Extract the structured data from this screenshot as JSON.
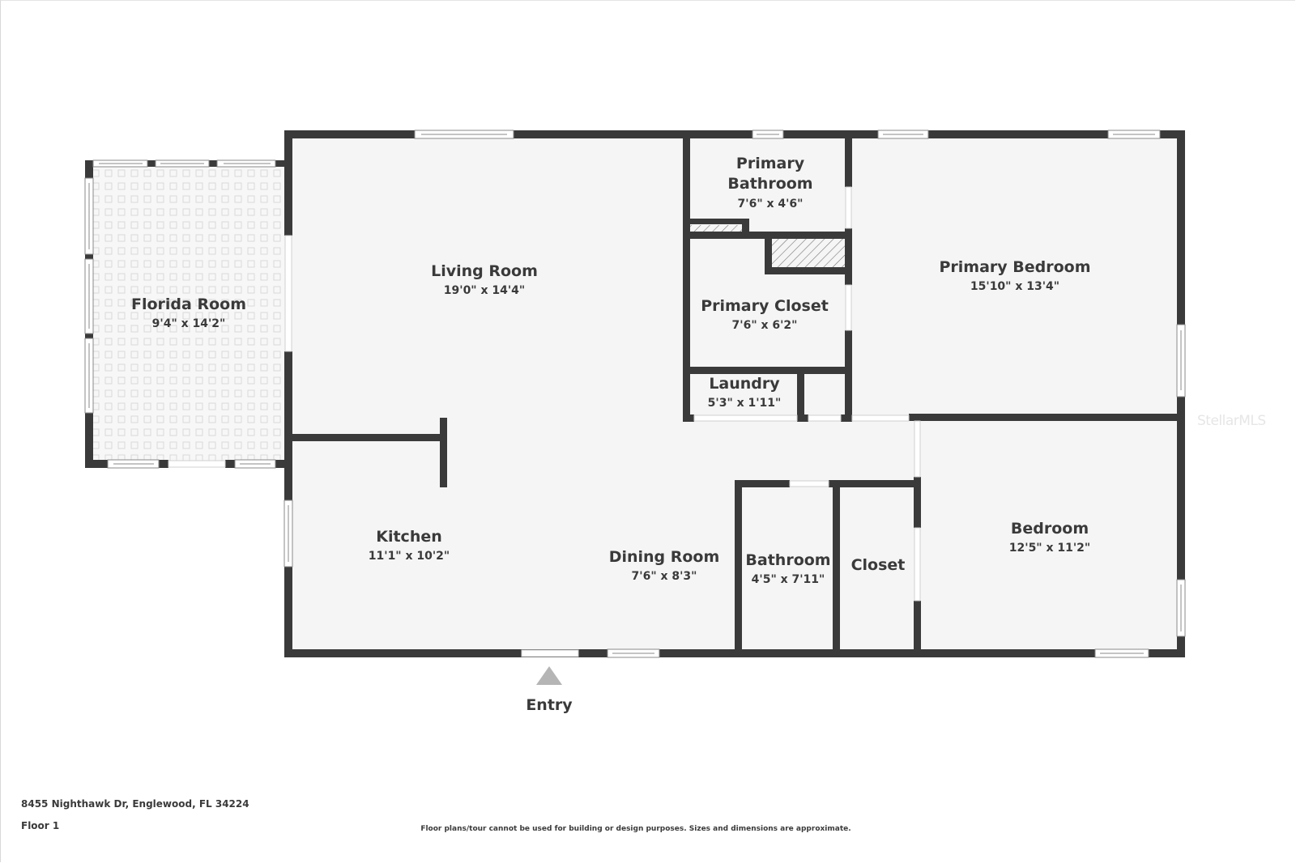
{
  "colors": {
    "wall": "#3a3a3a",
    "floor": "#f5f5f5",
    "text": "#3a3a3a",
    "entry_marker": "#b5b5b5",
    "watermark": "#e6e6e6"
  },
  "rooms": [
    {
      "name": "Florida Room",
      "dimensions": "9'4\" x 14'2\""
    },
    {
      "name": "Living Room",
      "dimensions": "19'0\" x 14'4\""
    },
    {
      "name_line1": "Primary",
      "name_line2": "Bathroom",
      "dimensions": "7'6\" x 4'6\""
    },
    {
      "name": "Primary Closet",
      "dimensions": "7'6\" x 6'2\""
    },
    {
      "name": "Laundry",
      "dimensions": "5'3\" x 1'11\""
    },
    {
      "name": "Primary Bedroom",
      "dimensions": "15'10\" x 13'4\""
    },
    {
      "name": "Kitchen",
      "dimensions": "11'1\" x 10'2\""
    },
    {
      "name": "Dining Room",
      "dimensions": "7'6\" x 8'3\""
    },
    {
      "name": "Bathroom",
      "dimensions": "4'5\" x 7'11\""
    },
    {
      "name": "Closet"
    },
    {
      "name": "Bedroom",
      "dimensions": "12'5\" x 11'2\""
    }
  ],
  "entry": {
    "label": "Entry",
    "icon": "triangle-up-icon"
  },
  "footer": {
    "address": "8455 Nighthawk Dr, Englewood, FL 34224",
    "floor": "Floor 1",
    "disclaimer": "Floor plans/tour cannot be used for building or design purposes. Sizes and dimensions are approximate."
  },
  "watermark": "StellarMLS"
}
